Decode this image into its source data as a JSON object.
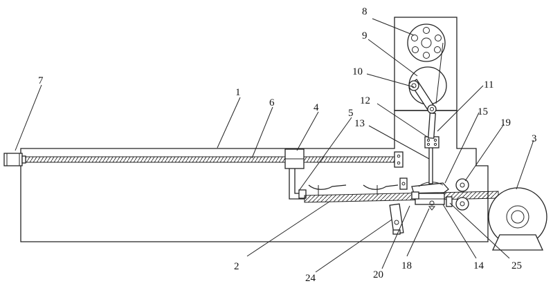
{
  "figure": {
    "labels": [
      {
        "id": "1",
        "text": "1"
      },
      {
        "id": "2",
        "text": "2"
      },
      {
        "id": "3",
        "text": "3"
      },
      {
        "id": "4",
        "text": "4"
      },
      {
        "id": "5",
        "text": "5"
      },
      {
        "id": "6",
        "text": "6"
      },
      {
        "id": "7",
        "text": "7"
      },
      {
        "id": "8",
        "text": "8"
      },
      {
        "id": "9",
        "text": "9"
      },
      {
        "id": "10",
        "text": "10"
      },
      {
        "id": "11",
        "text": "11"
      },
      {
        "id": "12",
        "text": "12"
      },
      {
        "id": "13",
        "text": "13"
      },
      {
        "id": "14",
        "text": "14"
      },
      {
        "id": "15",
        "text": "15"
      },
      {
        "id": "18",
        "text": "18"
      },
      {
        "id": "19",
        "text": "19"
      },
      {
        "id": "20",
        "text": "20"
      },
      {
        "id": "24",
        "text": "24"
      },
      {
        "id": "25",
        "text": "25"
      }
    ]
  },
  "colors": {
    "line": "#222222",
    "background": "#ffffff"
  }
}
